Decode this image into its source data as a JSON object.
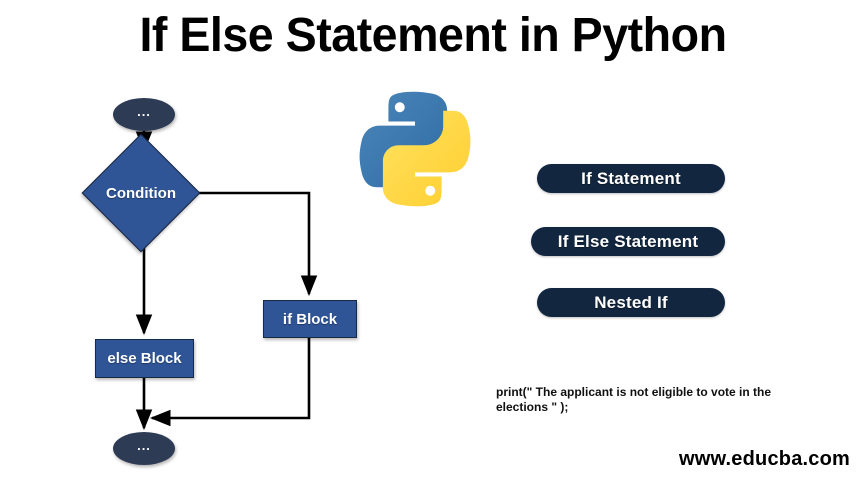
{
  "page": {
    "title": "If Else Statement in Python",
    "background_color": "#FFFFFF",
    "footer_url": "www.educba.com"
  },
  "flowchart": {
    "nodes": [
      {
        "id": "start",
        "shape": "terminator",
        "label": "..."
      },
      {
        "id": "condition",
        "shape": "diamond",
        "label": "Condition"
      },
      {
        "id": "if_block",
        "shape": "process",
        "label": "if Block"
      },
      {
        "id": "else_block",
        "shape": "process",
        "label": "else Block"
      },
      {
        "id": "end",
        "shape": "terminator",
        "label": "..."
      }
    ],
    "colors": {
      "terminator_fill": "#2E3B55",
      "process_fill": "#2F5597",
      "diamond_fill": "#2F5597",
      "border": "#1B2A44",
      "arrow": "#000000",
      "label_text": "#FFFFFF"
    }
  },
  "logo": {
    "name": "python-logo",
    "blue": "#3B74A9",
    "yellow": "#FFD63B"
  },
  "buttons": [
    {
      "label": "If Statement"
    },
    {
      "label": "If Else Statement"
    },
    {
      "label": "Nested If"
    }
  ],
  "button_style": {
    "fill": "#12263F",
    "text": "#FFFFFF"
  },
  "code": {
    "text": "print(\" The applicant is not eligible to vote in the elections \" );"
  }
}
